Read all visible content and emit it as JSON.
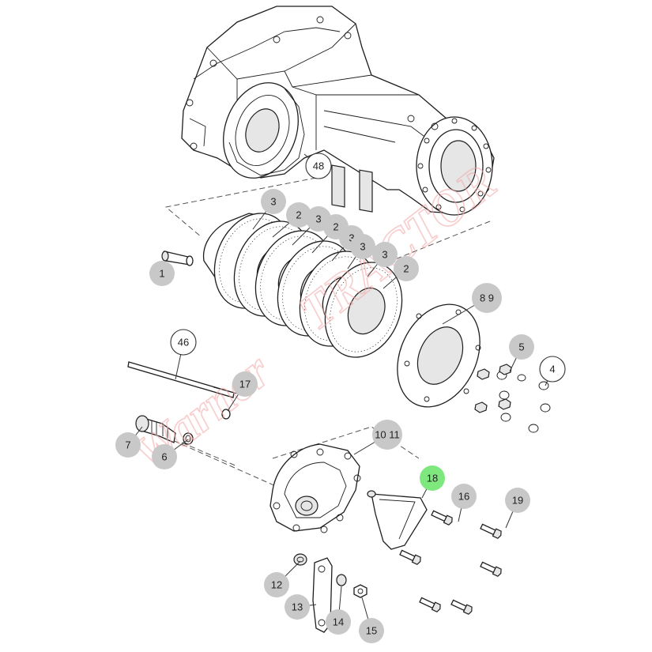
{
  "diagram": {
    "highlight_color": "#7ee87e",
    "callout_color": "#c8c8c8",
    "watermark": "Warner Tractor Parts",
    "callouts": [
      {
        "id": "c48",
        "label": "48",
        "style": "outline"
      },
      {
        "id": "c3a",
        "label": "3",
        "style": "filled"
      },
      {
        "id": "c2a",
        "label": "2",
        "style": "filled"
      },
      {
        "id": "c3b",
        "label": "3",
        "style": "filled"
      },
      {
        "id": "c2b",
        "label": "2",
        "style": "filled"
      },
      {
        "id": "c3c",
        "label": "3",
        "style": "filled"
      },
      {
        "id": "c3d",
        "label": "3",
        "style": "filled"
      },
      {
        "id": "c3e",
        "label": "3",
        "style": "filled"
      },
      {
        "id": "c2c",
        "label": "2",
        "style": "filled"
      },
      {
        "id": "c1",
        "label": "1",
        "style": "filled"
      },
      {
        "id": "c89",
        "label": "8 9",
        "style": "filled"
      },
      {
        "id": "c5",
        "label": "5",
        "style": "filled"
      },
      {
        "id": "c4",
        "label": "4",
        "style": "outline"
      },
      {
        "id": "c46",
        "label": "46",
        "style": "outline"
      },
      {
        "id": "c17",
        "label": "17",
        "style": "filled"
      },
      {
        "id": "c7",
        "label": "7",
        "style": "filled"
      },
      {
        "id": "c6",
        "label": "6",
        "style": "filled"
      },
      {
        "id": "c1011",
        "label": "10 11",
        "style": "filled"
      },
      {
        "id": "c18",
        "label": "18",
        "style": "highlight"
      },
      {
        "id": "c16",
        "label": "16",
        "style": "filled"
      },
      {
        "id": "c19",
        "label": "19",
        "style": "filled"
      },
      {
        "id": "c12",
        "label": "12",
        "style": "filled"
      },
      {
        "id": "c13",
        "label": "13",
        "style": "filled"
      },
      {
        "id": "c14",
        "label": "14",
        "style": "filled"
      },
      {
        "id": "c15",
        "label": "15",
        "style": "filled"
      }
    ]
  }
}
